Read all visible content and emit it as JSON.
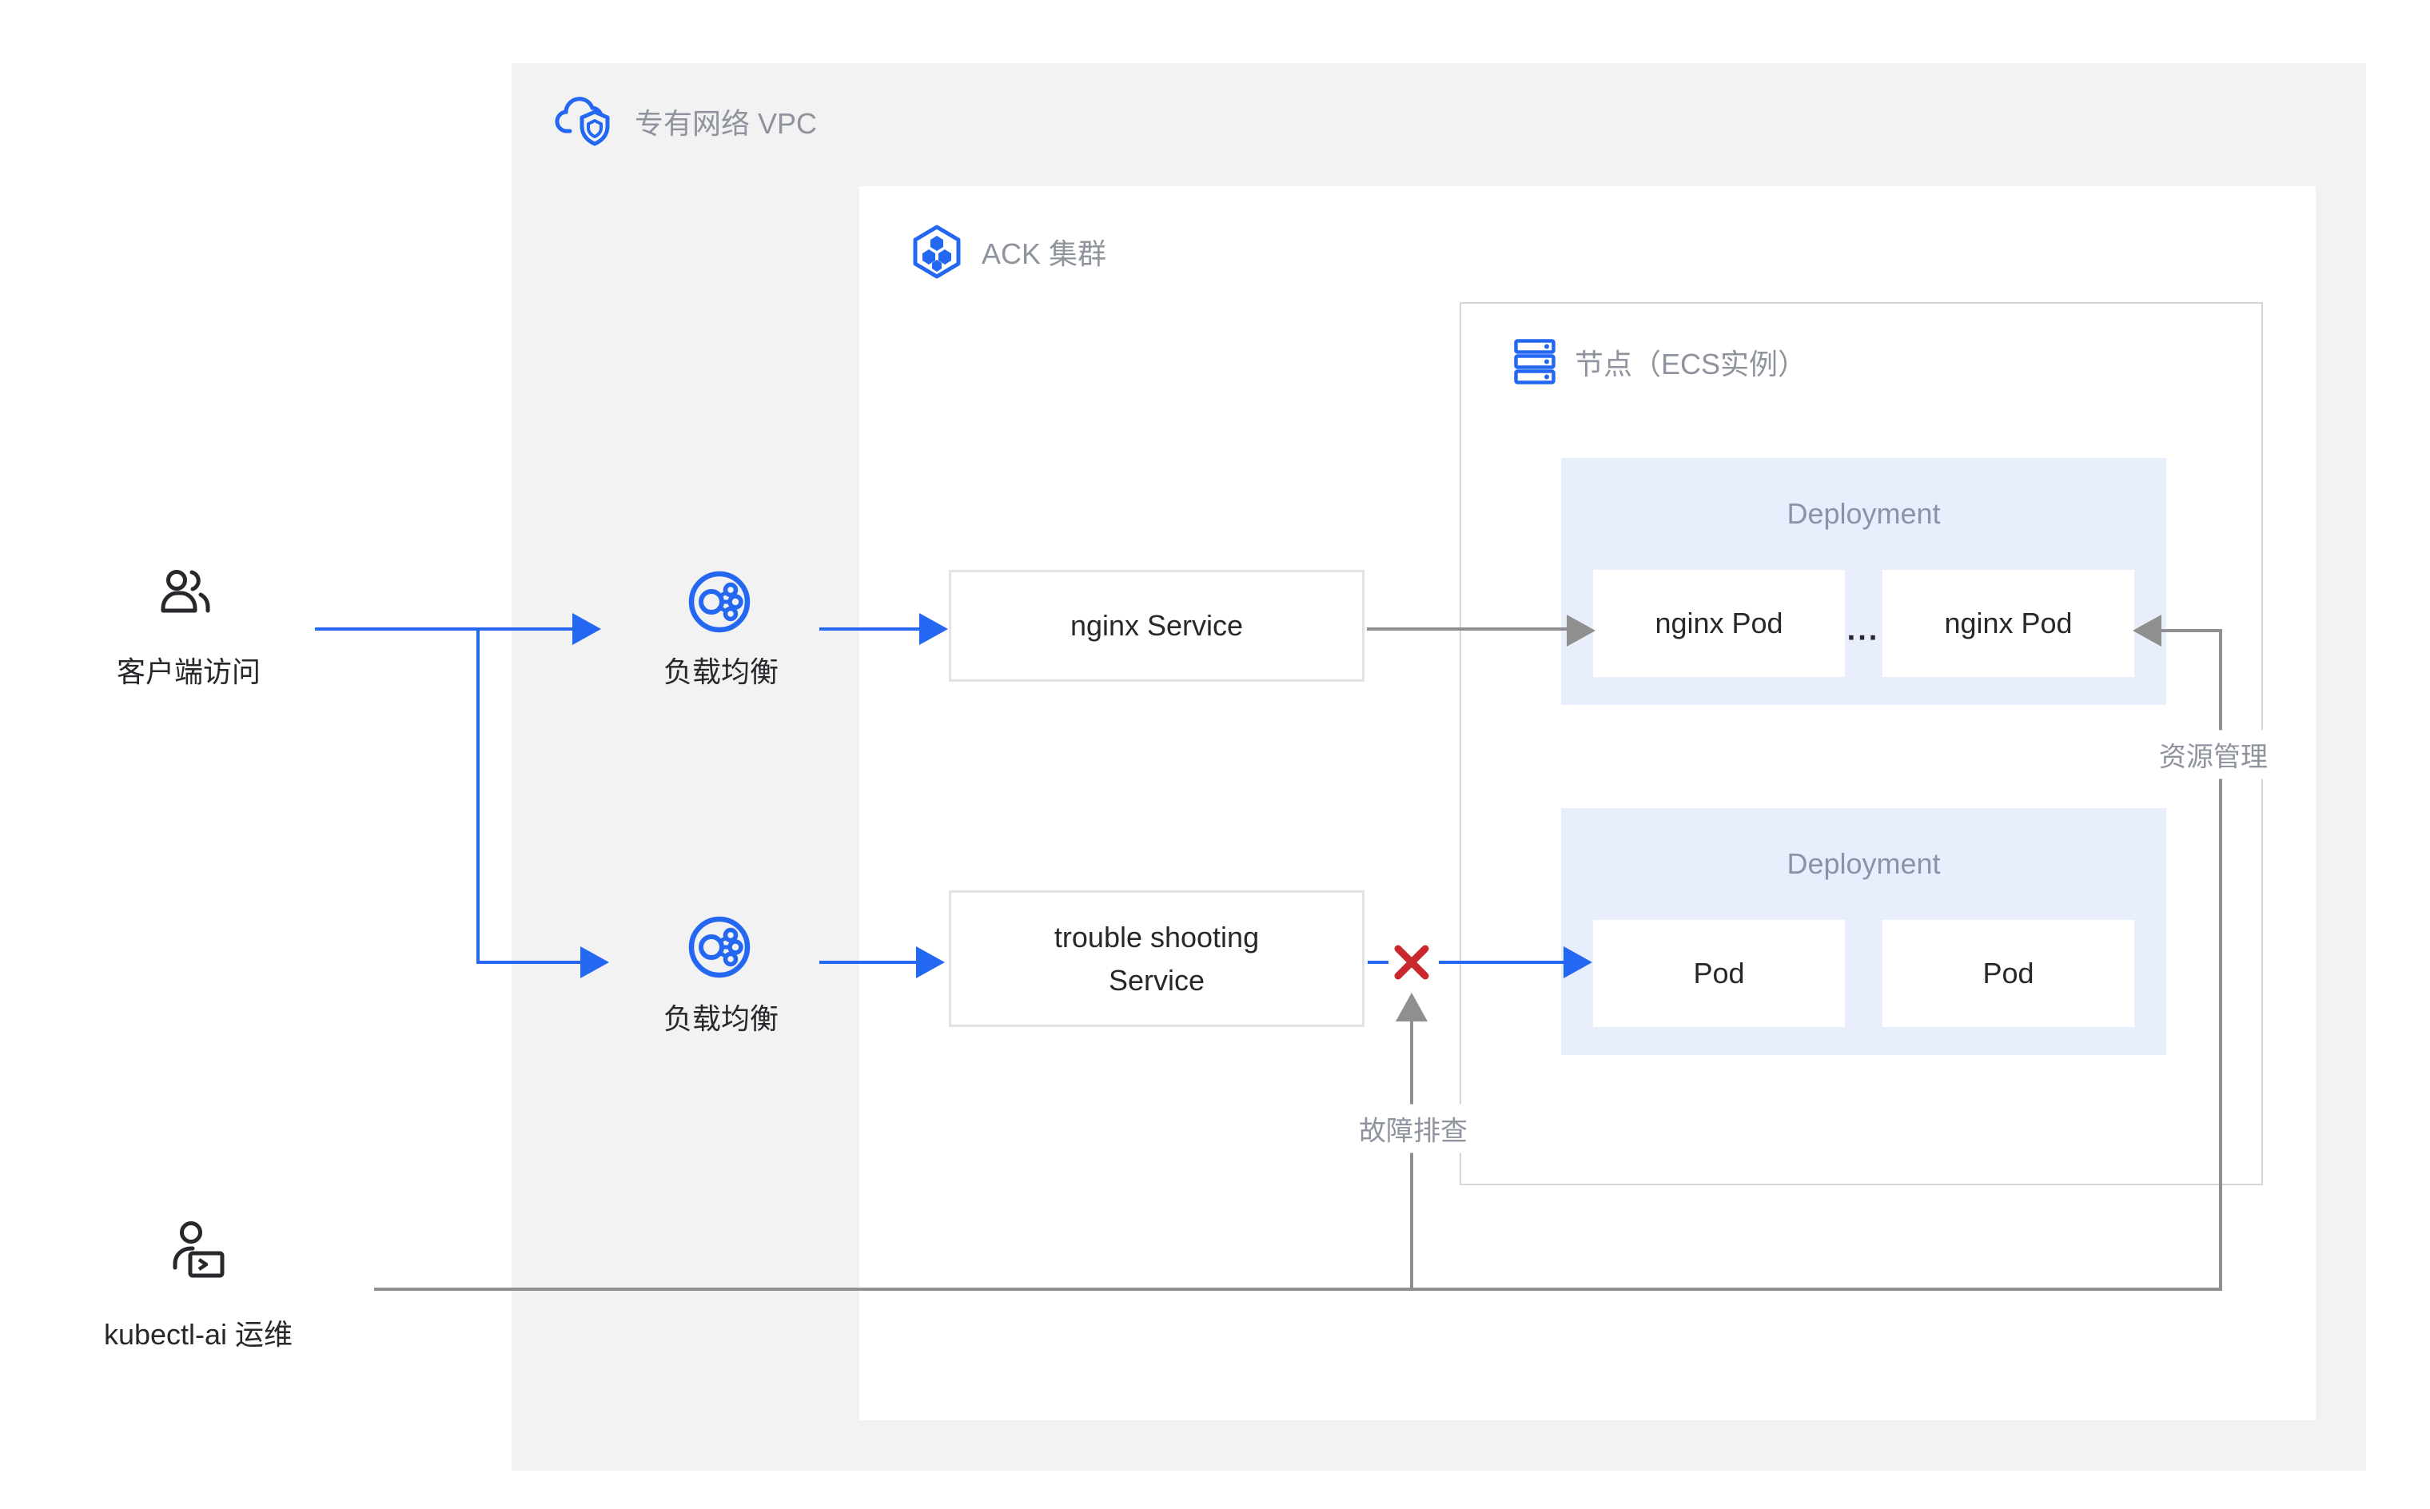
{
  "colors": {
    "accent_blue": "#2468F2",
    "arrow_gray": "#8F8F8F",
    "vpc_bg": "#F2F2F3",
    "lavender": "#E8EEFC",
    "text_dark": "#26282C",
    "text_gray": "#8E939D",
    "dep_text": "#8B93A8",
    "error_red": "#C9282C",
    "border_light": "#D6D6D9"
  },
  "vpc": {
    "label": "专有网络 VPC",
    "icon": "cloud-shield-icon"
  },
  "ack": {
    "label": "ACK 集群",
    "icon": "hexagon-cubes-icon"
  },
  "node": {
    "label": "节点（ECS实例）",
    "icon": "server-stack-icon"
  },
  "client": {
    "label": "客户端访问",
    "icon": "users-icon"
  },
  "kubectl": {
    "label": "kubectl-ai 运维",
    "icon": "operator-terminal-icon"
  },
  "load_balancers": {
    "top": {
      "label": "负载均衡",
      "icon": "load-balancer-icon"
    },
    "bottom": {
      "label": "负载均衡",
      "icon": "load-balancer-icon"
    }
  },
  "services": {
    "nginx": {
      "label": "nginx Service"
    },
    "trouble": {
      "label": "trouble shooting Service"
    }
  },
  "deployments": {
    "top": {
      "label": "Deployment",
      "pods": [
        "nginx Pod",
        "nginx Pod"
      ],
      "ellipsis": "..."
    },
    "bottom": {
      "label": "Deployment",
      "pods": [
        "Pod",
        "Pod"
      ]
    }
  },
  "edge_labels": {
    "resource": "资源管理",
    "troubleshoot": "故障排查",
    "failure_mark": "x-cross-icon"
  }
}
